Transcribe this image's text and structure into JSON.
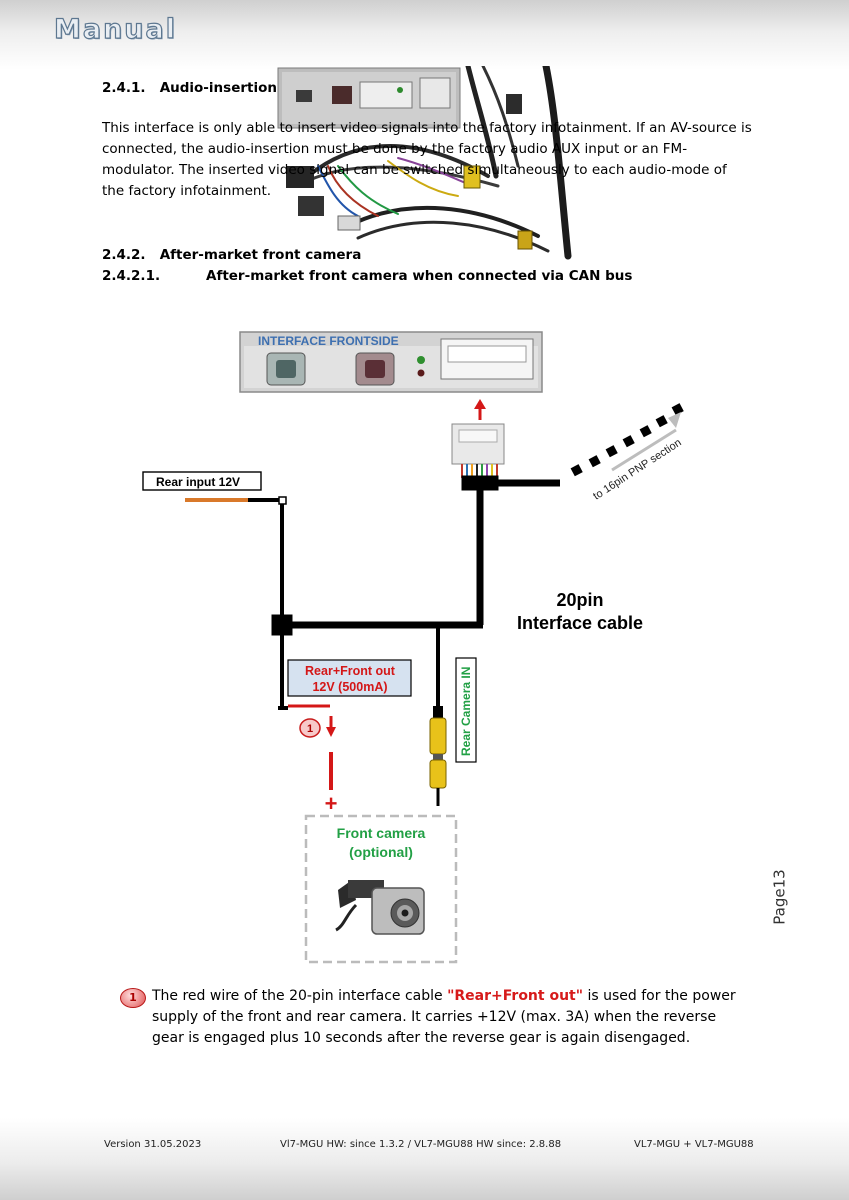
{
  "header": {
    "logo_text": "Manual"
  },
  "sections": {
    "s241": {
      "number": "2.4.1.",
      "title": "Audio-insertion",
      "paragraph": "This interface is only able to insert video signals into the factory infotainment. If an AV-source is connected, the audio-insertion must be done by the factory audio AUX input or an FM-modulator. The inserted video signal can be switched simultaneously to each audio-mode of the factory infotainment."
    },
    "s242": {
      "number": "2.4.2.",
      "title": "After-market front camera"
    },
    "s2421": {
      "number": "2.4.2.1.",
      "title": "After-market front camera when connected via CAN bus"
    }
  },
  "diagram": {
    "interface_label": "INTERFACE FRONTSIDE",
    "rear_input_label": "Rear input 12V",
    "pnp_label": "to 16pin PNP section",
    "cable_label_line1": "20pin",
    "cable_label_line2": "Interface cable",
    "power_out_line1": "Rear+Front out",
    "power_out_line2": "12V (500mA)",
    "rear_cam_label": "Rear Camera IN",
    "marker_number": "1",
    "plus_sign": "+",
    "front_cam_line1": "Front camera",
    "front_cam_line2": "(optional)",
    "colors": {
      "wire_orange": "#d9792a",
      "wire_red": "#d41717",
      "label_green": "#22a045",
      "label_blue": "#3d6fb0",
      "rca_yellow": "#e8c21a"
    }
  },
  "note": {
    "number": "1",
    "text_before": "The red wire of the 20-pin interface cable ",
    "highlight": "\"Rear+Front out\"",
    "text_after": " is used for the power supply of the front and rear camera. It carries +12V (max. 3A) when the reverse gear is engaged plus 10 seconds after the reverse gear is again disengaged."
  },
  "page_number": "Page13",
  "footer": {
    "version": "Version 31.05.2023",
    "hw": "Vl7-MGU HW: since 1.3.2 / VL7-MGU88 HW since: 2.8.88",
    "model": "VL7-MGU + VL7-MGU88"
  }
}
